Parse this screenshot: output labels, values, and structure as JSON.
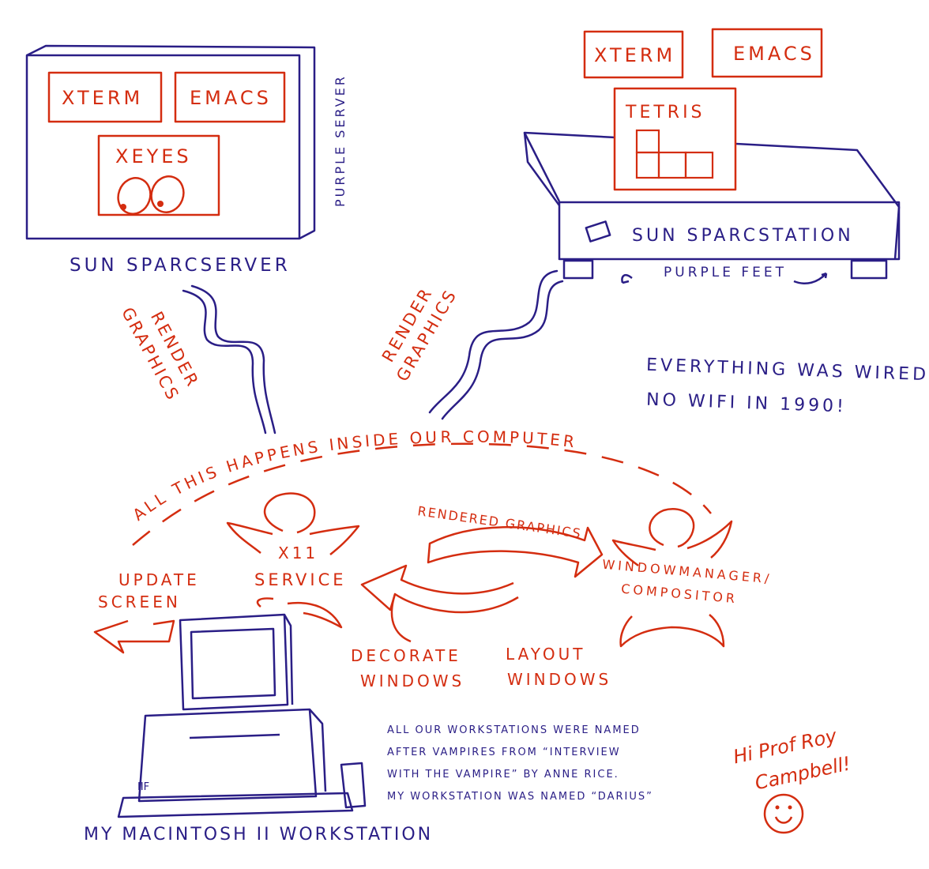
{
  "colors": {
    "red": "#d42d10",
    "blue": "#2a1e86"
  },
  "server": {
    "name": "SUN SPARCSERVER",
    "side_label": "PURPLE SERVER",
    "windows": {
      "xterm": "XTERM",
      "emacs": "EMACS",
      "xeyes": "XEYES"
    }
  },
  "station": {
    "name": "SUN SPARCSTATION",
    "feet_label": "PURPLE FEET",
    "windows": {
      "xterm": "XTERM",
      "emacs": "EMACS",
      "tetris": "TETRIS"
    }
  },
  "links": {
    "left": [
      "RENDER",
      "GRAPHICS"
    ],
    "right": [
      "RENDER",
      "GRAPHICS"
    ]
  },
  "note_wired": [
    "EVERYTHING WAS WIRED",
    "NO WIFI IN 1990!"
  ],
  "arc_label": "ALL THIS HAPPENS INSIDE OUR COMPUTER",
  "x11": [
    "X11",
    "SERVICE"
  ],
  "update_screen": [
    "UPDATE",
    "SCREEN"
  ],
  "rendered_graphics": "RENDERED GRAPHICS",
  "wm": [
    "WINDOWMANAGER/",
    "COMPOSITOR"
  ],
  "decorate": [
    "DECORATE",
    "WINDOWS"
  ],
  "layout": [
    "LAYOUT",
    "WINDOWS"
  ],
  "vampire_note": [
    "ALL OUR WORKSTATIONS WERE NAMED",
    "AFTER VAMPIRES FROM “INTERVIEW",
    "WITH THE VAMPIRE” BY ANNE RICE.",
    "MY WORKSTATION WAS NAMED “DARIUS”"
  ],
  "mac_badge": "IIF",
  "mac_caption": "MY MACINTOSH II WORKSTATION",
  "greeting": [
    "Hi Prof Roy",
    "Campbell!"
  ]
}
